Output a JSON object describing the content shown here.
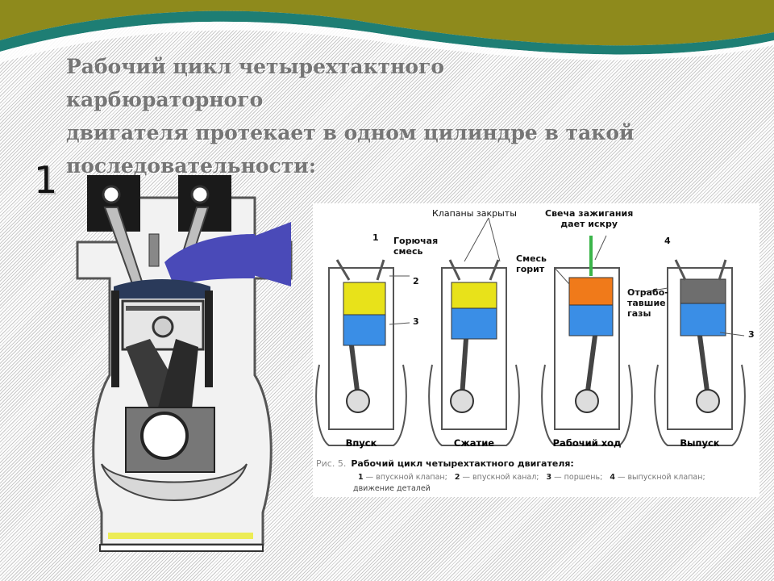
{
  "slide": {
    "title_lines": [
      "Рабочий цикл четырехтактного карбюраторного",
      "двигателя протекает в одном цилиндре в такой",
      "последовательности:"
    ],
    "step_number": "1"
  },
  "figure": {
    "callouts": {
      "valves_closed": "Клапаны закрыты",
      "spark_line1": "Свеча зажигания",
      "spark_line2": "дает искру",
      "fuel_mix_line1": "Горючая",
      "fuel_mix_line2": "смесь",
      "burning_line1": "Смесь",
      "burning_line2": "горит",
      "exhaust_line1": "Отрабо-",
      "exhaust_line2": "тавшие",
      "exhaust_line3": "газы"
    },
    "numbers": {
      "n1": "1",
      "n2": "2",
      "n3": "3",
      "n3b": "3",
      "n4": "4"
    },
    "strokes": [
      "Впуск",
      "Сжатие",
      "Рабочий ход",
      "Выпуск"
    ],
    "caption": {
      "prefix": "Рис. 5.",
      "title": "Рабочий цикл четырехтактного двигателя:",
      "legend": [
        {
          "num": "1",
          "text": "— впускной клапан;"
        },
        {
          "num": "2",
          "text": "— впускной канал;"
        },
        {
          "num": "3",
          "text": "— поршень;"
        },
        {
          "num": "4",
          "text": "— выпускной клапан;"
        }
      ],
      "arrow_note": "движение деталей"
    }
  },
  "colors": {
    "fuel_mixture": "#e8e21a",
    "piston": "#3a8ee6",
    "burning": "#f07a1a",
    "exhaust_gas": "#6e6e6e",
    "intake_arrow": "#4a4ab8",
    "wave_olive": "#8e8a1c",
    "wave_teal": "#1e7e74"
  }
}
